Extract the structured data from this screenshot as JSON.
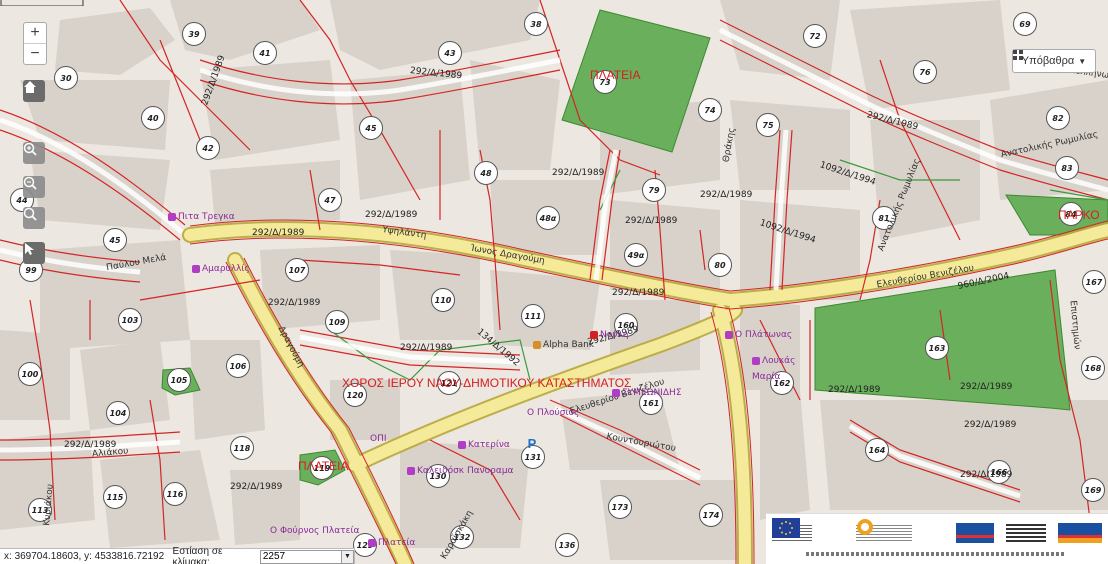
{
  "controls": {
    "zoom_in": "+",
    "zoom_out": "−"
  },
  "basemap": {
    "label": "Υπόβαθρα"
  },
  "coords": {
    "x_label": "x:",
    "x_value": "369704.18603",
    "y_label": "y:",
    "y_value": "4533816.72192",
    "scale_label": "Εστίαση σε κλίμακα:",
    "scale_value": "2257"
  },
  "blocks": [
    {
      "n": "39"
    },
    {
      "n": "38"
    },
    {
      "n": "72"
    },
    {
      "n": "69"
    },
    {
      "n": "30"
    },
    {
      "n": "41"
    },
    {
      "n": "43"
    },
    {
      "n": "73"
    },
    {
      "n": "76"
    },
    {
      "n": "40"
    },
    {
      "n": "45"
    },
    {
      "n": "74"
    },
    {
      "n": "75"
    },
    {
      "n": "82"
    },
    {
      "n": "42"
    },
    {
      "n": "48"
    },
    {
      "n": "79"
    },
    {
      "n": "83"
    },
    {
      "n": "44"
    },
    {
      "n": "47"
    },
    {
      "n": "48α"
    },
    {
      "n": "81"
    },
    {
      "n": "84"
    },
    {
      "n": "45"
    },
    {
      "n": "49α"
    },
    {
      "n": "80"
    },
    {
      "n": "99"
    },
    {
      "n": "107"
    },
    {
      "n": "110"
    },
    {
      "n": "167"
    },
    {
      "n": "103"
    },
    {
      "n": "111"
    },
    {
      "n": "160"
    },
    {
      "n": "109"
    },
    {
      "n": "163"
    },
    {
      "n": "100"
    },
    {
      "n": "106"
    },
    {
      "n": "105"
    },
    {
      "n": "121"
    },
    {
      "n": "162"
    },
    {
      "n": "168"
    },
    {
      "n": "120"
    },
    {
      "n": "161"
    },
    {
      "n": "104"
    },
    {
      "n": "118"
    },
    {
      "n": "131"
    },
    {
      "n": "164"
    },
    {
      "n": "119"
    },
    {
      "n": "130"
    },
    {
      "n": "166"
    },
    {
      "n": "115"
    },
    {
      "n": "116"
    },
    {
      "n": "169"
    },
    {
      "n": "113"
    },
    {
      "n": "173"
    },
    {
      "n": "174"
    },
    {
      "n": "132"
    },
    {
      "n": "136"
    },
    {
      "n": "129"
    }
  ],
  "plan_labels": {
    "school": "ΧΟΡΟΣ ΙΕΡΟΥ ΝΑΟΥ-ΔΗΜΟΤΙΚΟΥ ΚΑΤΑΣΤΗΜΑΤΟΣ",
    "square1": "ΠΛΑΤΕΙΑ",
    "square2": "ΠΛΑΤΕΙΑ",
    "park": "ΠΑΡΚΟ"
  },
  "streets": {
    "ypsilanti": "Υψηλάντη",
    "veniz": "Ελευθερίου Βενιζέλου",
    "anatolikis": "Ανατολικής Ρωμυλίας",
    "anatolikis2": "Ανατολικής Ρωμυλίας",
    "pavlou": "Παύλου Μελά",
    "dragoumi": "Δραγούμη",
    "kountouriotou": "Κουντουριώτου",
    "filellinon": "Φιλελλήνων",
    "thrakis": "Θράκης",
    "ellinos": "Αλιάκου",
    "epistimon": "Επιστημών",
    "ionos": "Ίωνος Δραγούμη",
    "kyriakou": "Κυριάκου",
    "karaiskaki": "Καραϊσκάκη"
  },
  "ref_label": "292/Δ/1989",
  "ref_label2": "1092/Δ/1994",
  "ref_label3": "960/Δ/2004",
  "ref_label4": "134/Δ/1992",
  "pois": {
    "treska": "Πιτα Τρεγκα",
    "amarillis": "Αμαρυλλίς",
    "alpha": "Alpha Bank",
    "noula": "Νούλη",
    "platonis": "Ο Πλάτωνας",
    "louk": "Λουκάς",
    "maria": "Μαρία",
    "symeonidis": "ΣΥΜΕΩΝΙΔΗΣ",
    "oplos": "Ο Πλούσιος",
    "kaleidos": "Καλειδόσκ Πανοραμα",
    "kateri": "Κατερίνα",
    "opi": "ΟΠΙ",
    "fournos": "Ο Φούρνος Πλατεία",
    "plateia2": "Πλατεία"
  }
}
